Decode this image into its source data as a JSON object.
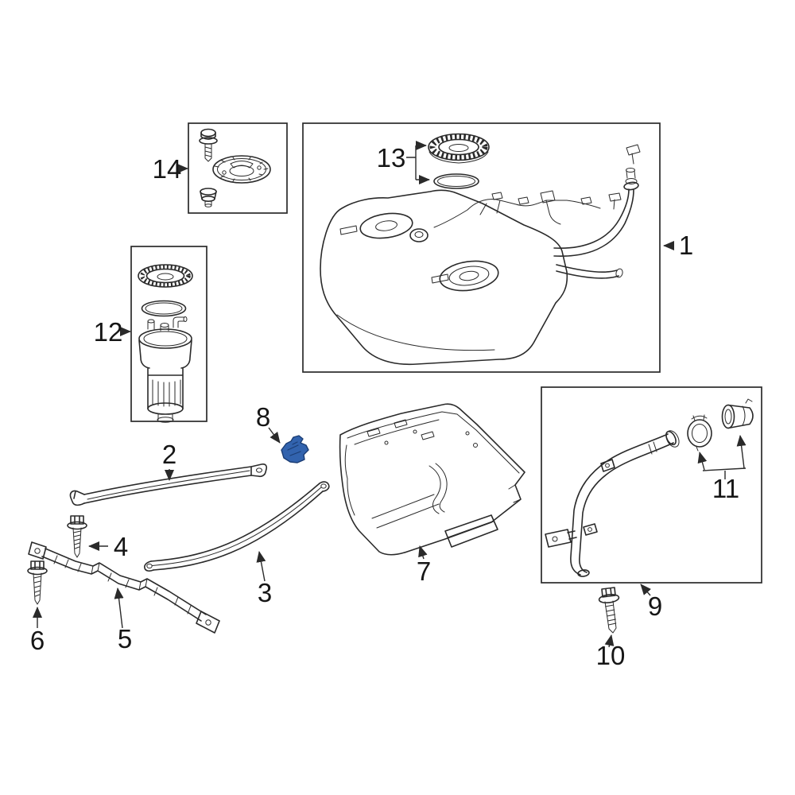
{
  "figure": {
    "type": "exploded-parts-diagram",
    "highlighted_callout": "8",
    "colors": {
      "background": "#ffffff",
      "line": "#2a2a2a",
      "label_text": "#161616",
      "highlight_fill": "#3263ae",
      "highlight_stroke": "#1b3d74"
    },
    "callouts": {
      "c1": "1",
      "c2": "2",
      "c3": "3",
      "c4": "4",
      "c5": "5",
      "c6": "6",
      "c7": "7",
      "c8": "8",
      "c9": "9",
      "c10": "10",
      "c11": "11",
      "c12": "12",
      "c13": "13",
      "c14": "14"
    }
  }
}
